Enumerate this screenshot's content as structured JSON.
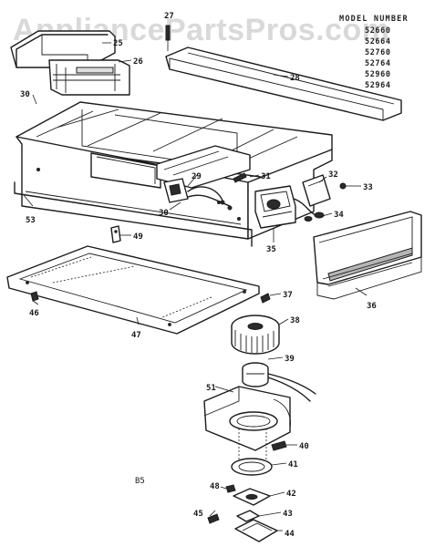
{
  "watermark": "AppliancePartsPros.com",
  "models": {
    "title": "MODEL NUMBER",
    "numbers": [
      "52660",
      "52664",
      "52760",
      "52764",
      "52960",
      "52964"
    ]
  },
  "callouts": {
    "c25": "25",
    "c26": "26",
    "c27": "27",
    "c28": "28",
    "c30a": "30",
    "c29": "29",
    "c31": "31",
    "c30b": "30",
    "c32": "32",
    "c33": "33",
    "c34": "34",
    "c35": "35",
    "c53": "53",
    "c49": "49",
    "c36": "36",
    "c46": "46",
    "c47": "47",
    "c37": "37",
    "c38": "38",
    "c39": "39",
    "c51": "51",
    "c40": "40",
    "c41": "41",
    "c48": "48",
    "c42": "42",
    "c45": "45",
    "c43": "43",
    "c44": "44"
  },
  "footnote": "B5"
}
